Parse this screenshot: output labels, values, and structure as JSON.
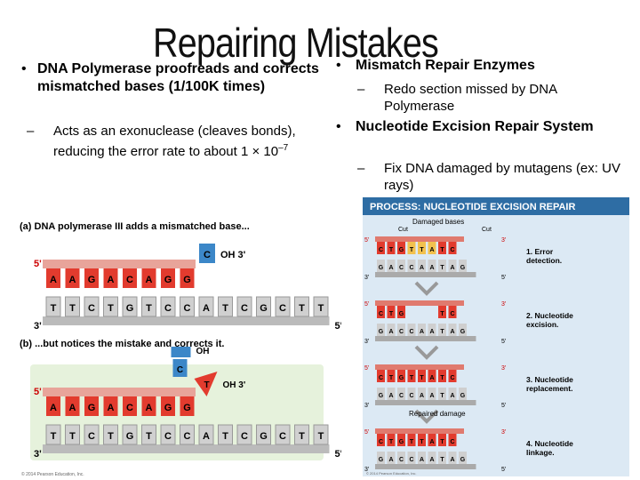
{
  "title": "Repairing Mistakes",
  "left": {
    "bullet": "DNA Polymerase proofreads and corrects mismatched bases (1/100K times)",
    "sub_main": "Acts as an exonuclease (cleaves bonds), reducing the error rate to about 1 × 10",
    "sub_exp": "–7"
  },
  "right": {
    "bullet1": "Mismatch Repair Enzymes",
    "sub1": "Redo section missed by DNA Polymerase",
    "bullet2": "Nucleotide Excision Repair System",
    "sub2": "Fix DNA damaged by mutagens (ex: UV rays)"
  },
  "figure_left": {
    "caption_a": "(a) DNA polymerase III adds a mismatched base...",
    "caption_b": "(b) ...but notices the mistake and corrects it.",
    "top_strand": [
      "A",
      "A",
      "G",
      "A",
      "C",
      "A",
      "G",
      "G"
    ],
    "bottom_strand": [
      "T",
      "T",
      "C",
      "T",
      "G",
      "T",
      "C",
      "C",
      "A",
      "T",
      "C",
      "G",
      "C",
      "T",
      "T"
    ],
    "mismatch_base": "C",
    "oh3": "OH 3'",
    "oh": "OH",
    "removed_base": "T",
    "five_prime": "5'",
    "three_prime": "3'",
    "copyright": "© 2014 Pearson Education, Inc."
  },
  "figure_right": {
    "header": "PROCESS: NUCLEOTIDE EXCISION REPAIR",
    "damaged_bases": "Damaged bases",
    "cut": "Cut",
    "repaired_damage": "Repaired damage",
    "top_seq": [
      "C",
      "T",
      "G",
      "T",
      "T",
      "A",
      "T",
      "C"
    ],
    "bottom_seq": [
      "G",
      "A",
      "C",
      "C",
      "A",
      "A",
      "T",
      "A",
      "G"
    ],
    "steps": [
      "1. Error detection.",
      "2. Nucleotide excision.",
      "3. Nucleotide replacement.",
      "4. Nucleotide linkage."
    ],
    "five_prime": "5'",
    "three_prime": "3'",
    "copyright": "© 2014 Pearson Education, Inc.",
    "colors": {
      "header_bg": "#2e6da4",
      "panel_bg": "#dce9f4",
      "red": "#e23b2e",
      "gray": "#bfbfbf"
    }
  }
}
